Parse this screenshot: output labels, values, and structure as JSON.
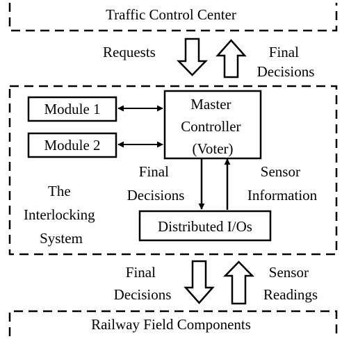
{
  "top_box": {
    "label": "Traffic Control Center"
  },
  "bottom_box": {
    "label": "Railway Field Components"
  },
  "interlocking": {
    "label_lines": [
      "The",
      "Interlocking",
      "System"
    ]
  },
  "module1": {
    "label": "Module 1"
  },
  "module2": {
    "label": "Module 2"
  },
  "master": {
    "label_lines": [
      "Master",
      "Controller",
      "(Voter)"
    ]
  },
  "distributed": {
    "label": "Distributed I/Os"
  },
  "top_flows": {
    "requests": "Requests",
    "final_decisions_lines": [
      "Final",
      "Decisions"
    ]
  },
  "inner_flows": {
    "final_decisions_lines": [
      "Final",
      "Decisions"
    ],
    "sensor_information_lines": [
      "Sensor",
      "Information"
    ]
  },
  "bottom_flows": {
    "final_decisions_lines": [
      "Final",
      "Decisions"
    ],
    "sensor_readings_lines": [
      "Sensor",
      "Readings"
    ]
  }
}
